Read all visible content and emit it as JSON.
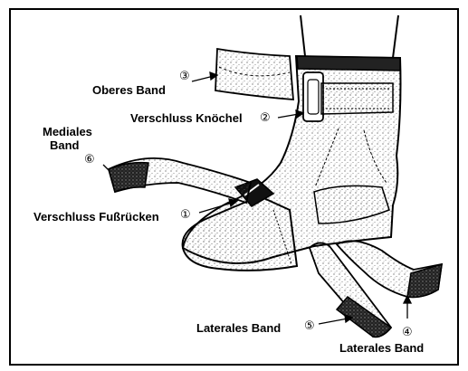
{
  "figure": {
    "labels": {
      "oberes_band": "Oberes Band",
      "oberes_band_num": "③",
      "verschluss_knoechel": "Verschluss Knöchel",
      "verschluss_knoechel_num": "②",
      "mediales_band_line1": "Mediales",
      "mediales_band_line2": "Band",
      "mediales_band_num": "⑥",
      "verschluss_fussruecken": "Verschluss Fußrücken",
      "verschluss_fussruecken_num": "①",
      "laterales_band_5": "Laterales Band",
      "laterales_band_5_num": "⑤",
      "laterales_band_4_num": "④",
      "laterales_band_4": "Laterales Band"
    }
  }
}
